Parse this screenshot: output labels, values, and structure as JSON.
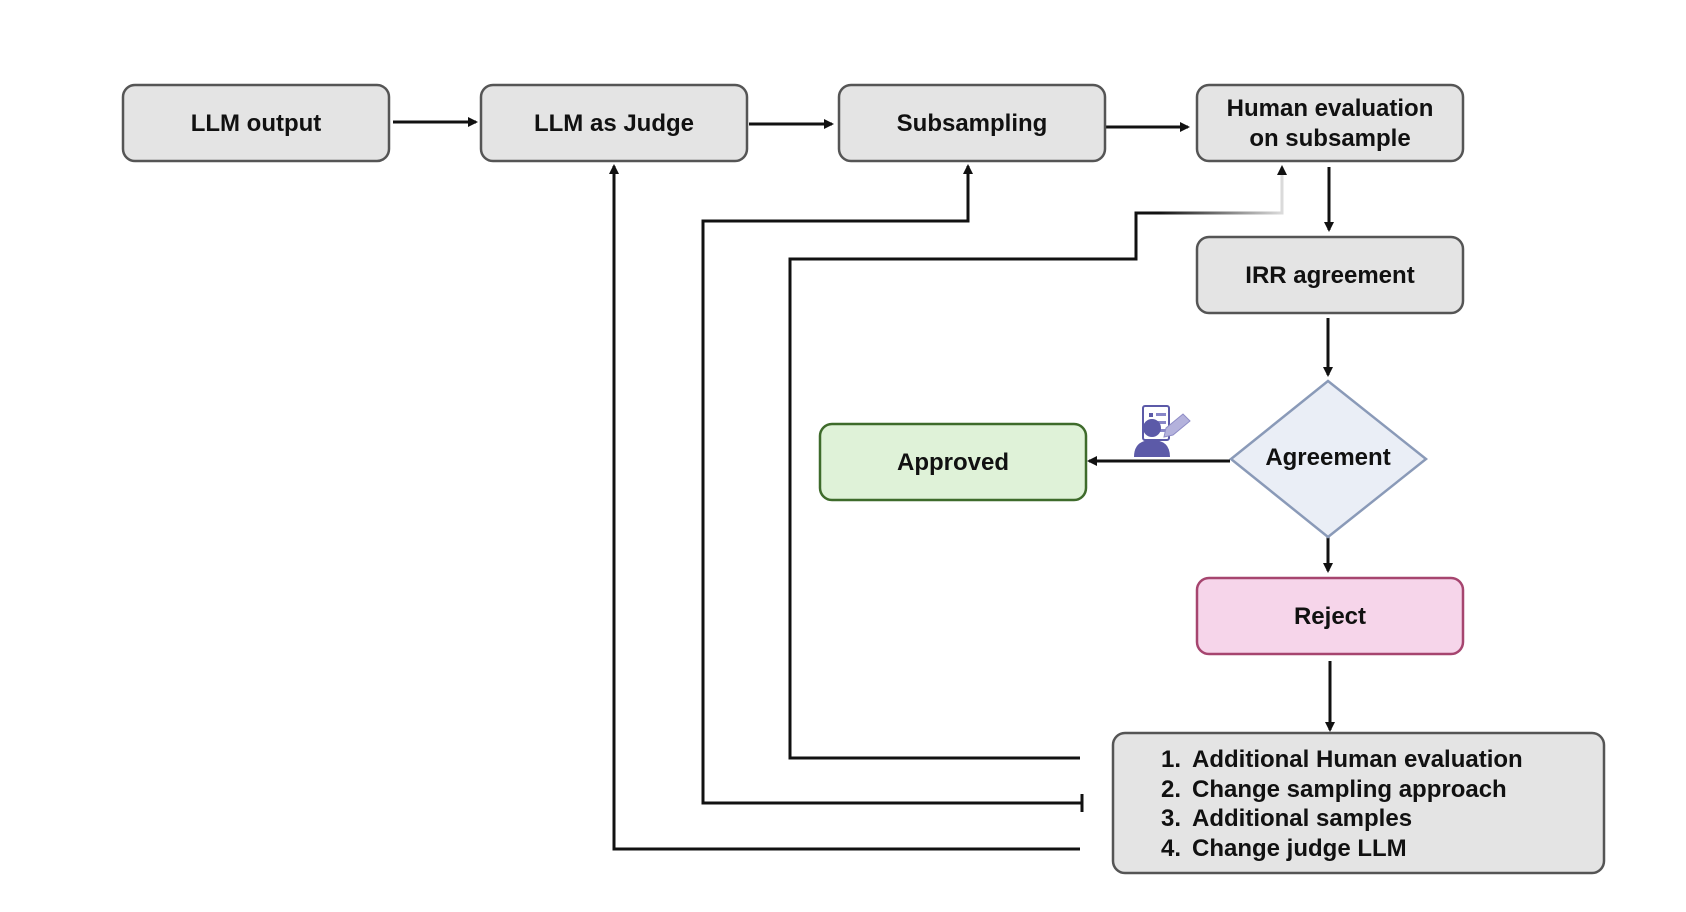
{
  "nodes": {
    "llm_output": "LLM output",
    "llm_judge": "LLM as Judge",
    "subsampling": "Subsampling",
    "human_eval_line1": "Human evaluation",
    "human_eval_line2": "on subsample",
    "irr": "IRR agreement",
    "agreement": "Agreement",
    "approved": "Approved",
    "reject": "Reject"
  },
  "remediation": {
    "items": [
      {
        "num": "1.",
        "text": "Additional Human evaluation"
      },
      {
        "num": "2.",
        "text": "Change sampling approach"
      },
      {
        "num": "3.",
        "text": "Additional samples"
      },
      {
        "num": "4.",
        "text": "Change judge LLM"
      }
    ]
  },
  "colors": {
    "box_fill": "#e4e4e4",
    "box_stroke": "#555555",
    "approved_fill": "#dff2d8",
    "approved_stroke": "#3e6b2b",
    "reject_fill": "#f6d5ea",
    "reject_stroke": "#a6456f",
    "diamond_fill": "#eaeef6",
    "diamond_stroke": "#8a9ab8",
    "reviewer_icon": "#5c5aa8"
  },
  "icons": {
    "reviewer": "person-with-checklist-icon"
  }
}
